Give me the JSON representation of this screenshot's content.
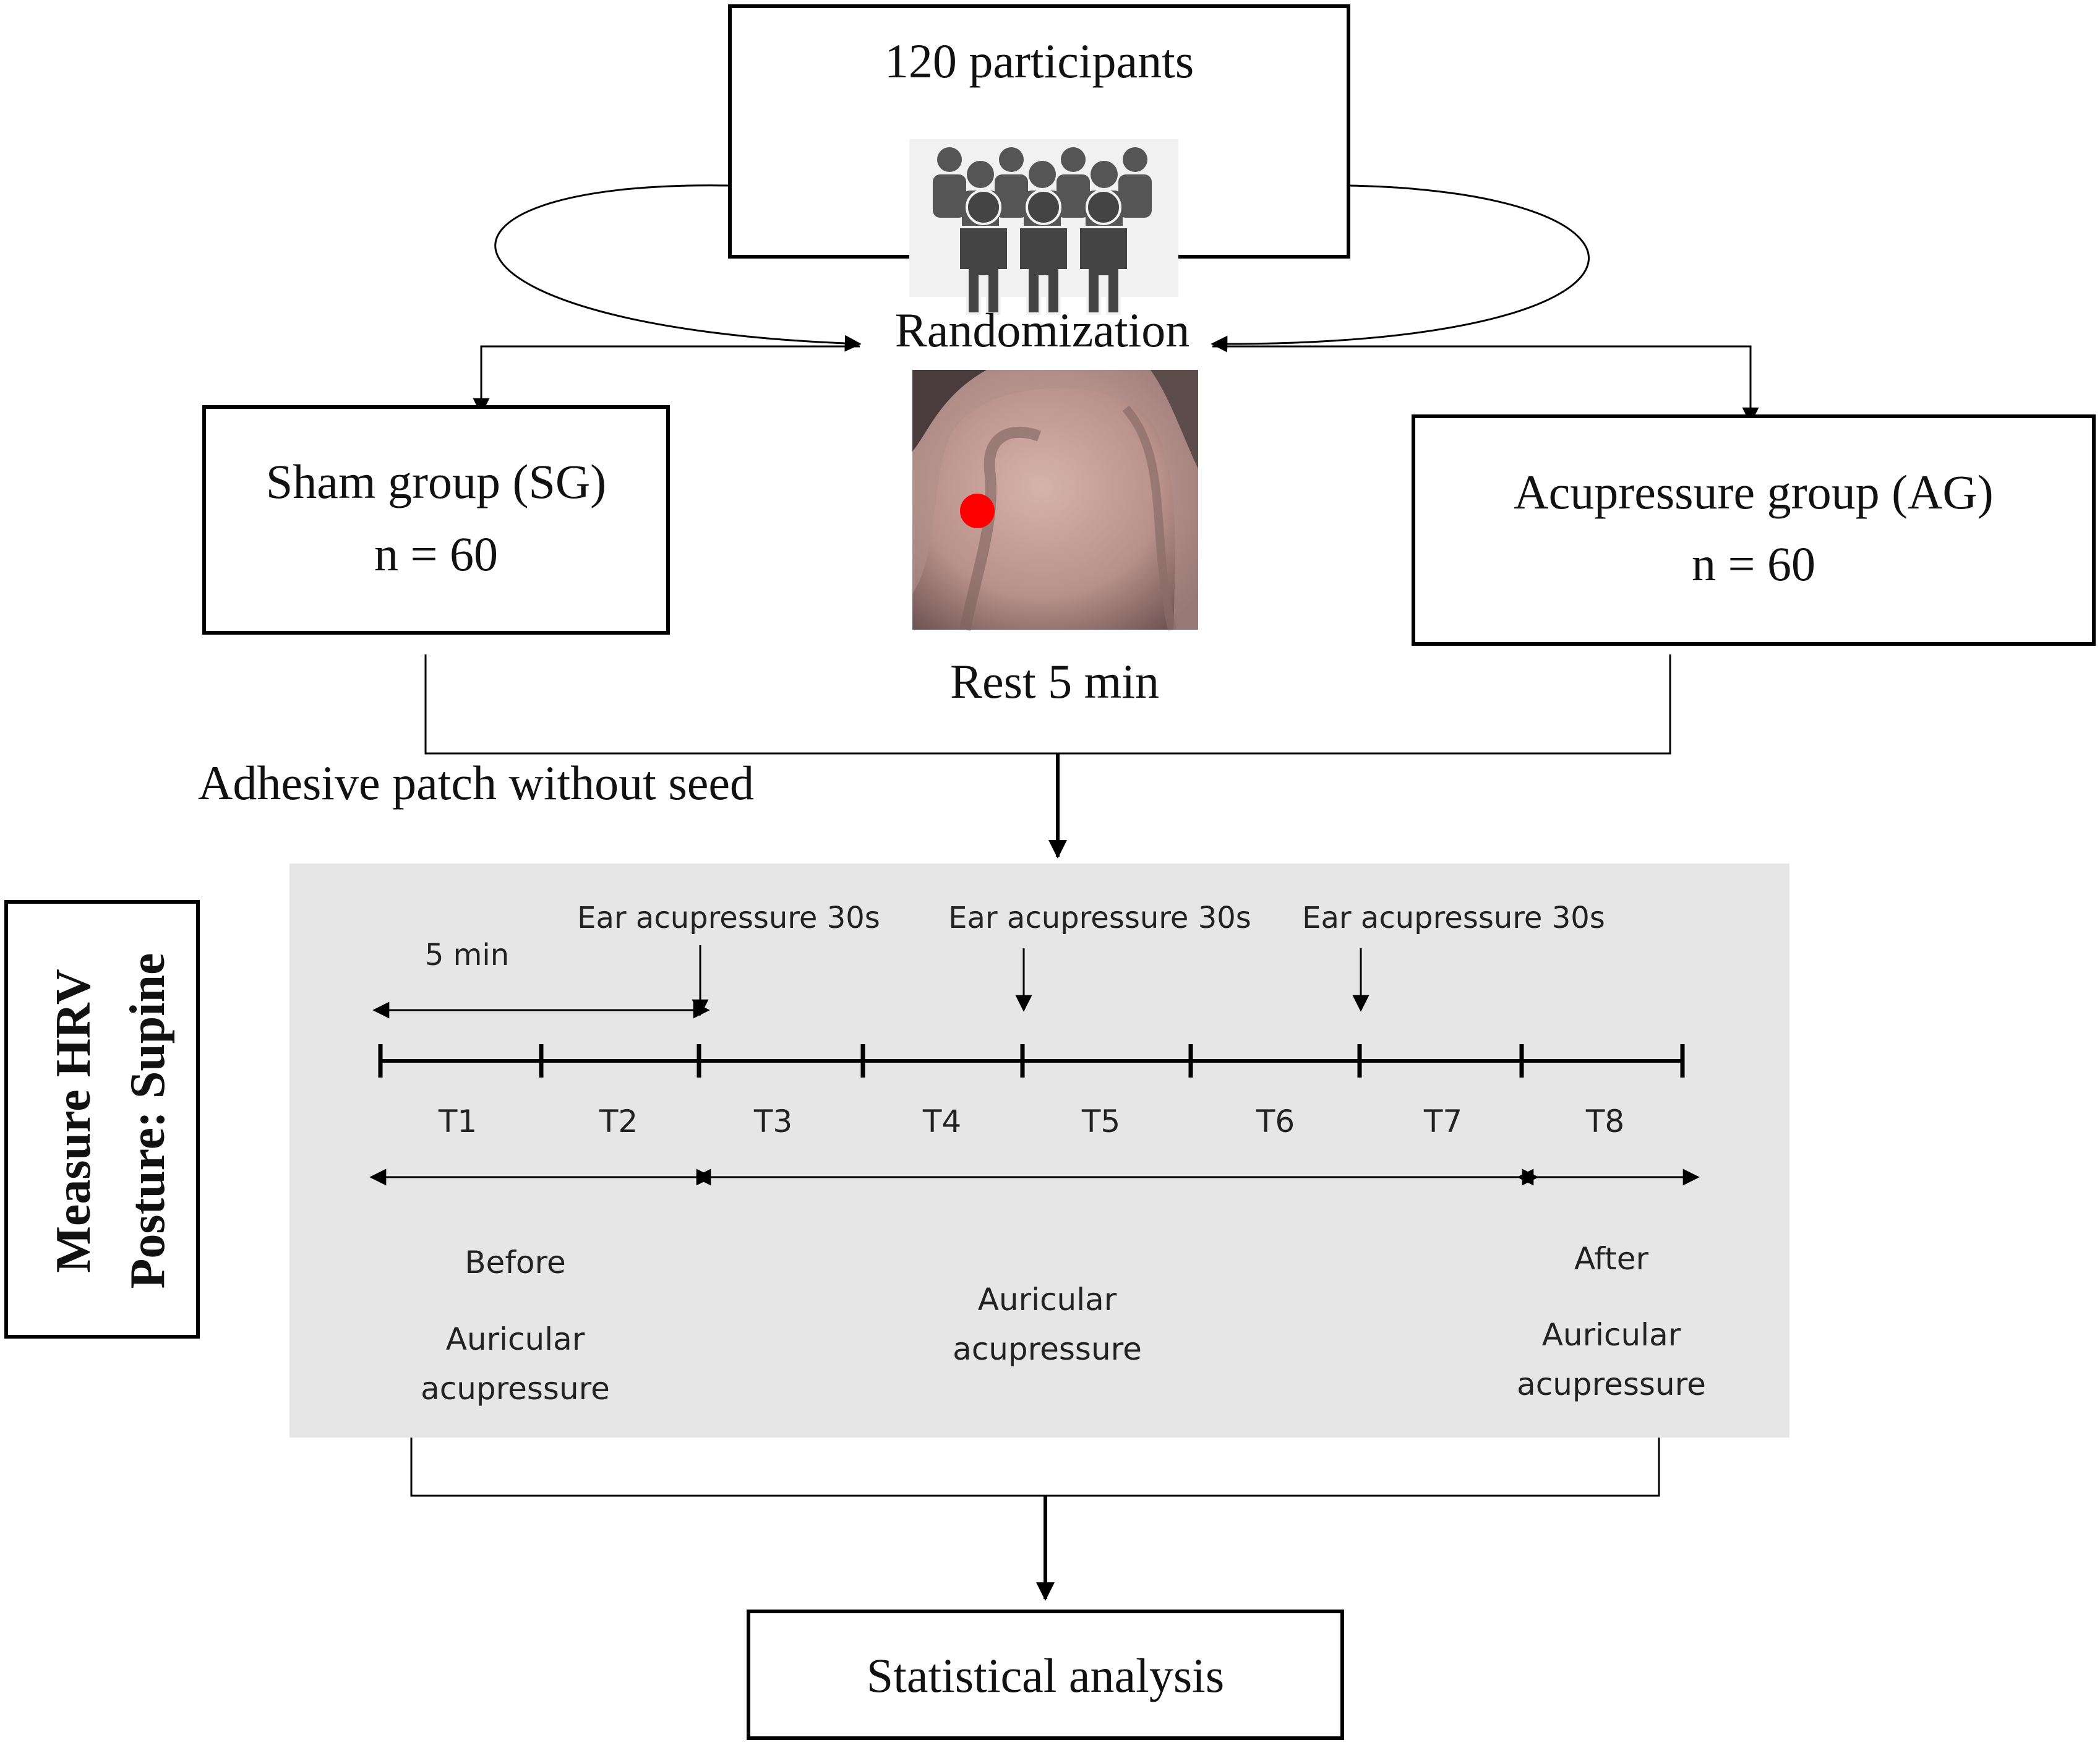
{
  "participants": {
    "label": "120 participants",
    "icon": "people-crowd-icon"
  },
  "randomization": {
    "label": "Randomization"
  },
  "ear_photo": {
    "icon": "ear-acupoint-photo",
    "point_color": "#ff0000"
  },
  "rest": {
    "label": "Rest 5 min"
  },
  "sham_group": {
    "title": "Sham group (SG)",
    "n": "n = 60",
    "note": "Adhesive patch without seed"
  },
  "acupressure_group": {
    "title": "Acupressure group (AG)",
    "n": "n = 60"
  },
  "measure": {
    "line1": "Measure HRV",
    "line2": "Posture: Supine"
  },
  "timeline": {
    "background": "#e6e6e6",
    "interval_label": "5 min",
    "stimuli": [
      "Ear acupressure 30s",
      "Ear acupressure 30s",
      "Ear acupressure 30s"
    ],
    "segments": [
      "T1",
      "T2",
      "T3",
      "T4",
      "T5",
      "T6",
      "T7",
      "T8"
    ],
    "phases": [
      {
        "line1": "Before",
        "line2": "Auricular",
        "line3": "acupressure"
      },
      {
        "line1": "Auricular",
        "line2": "acupressure"
      },
      {
        "line1": "After",
        "line2": "Auricular",
        "line3": "acupressure"
      }
    ]
  },
  "analysis": {
    "label": "Statistical analysis"
  }
}
